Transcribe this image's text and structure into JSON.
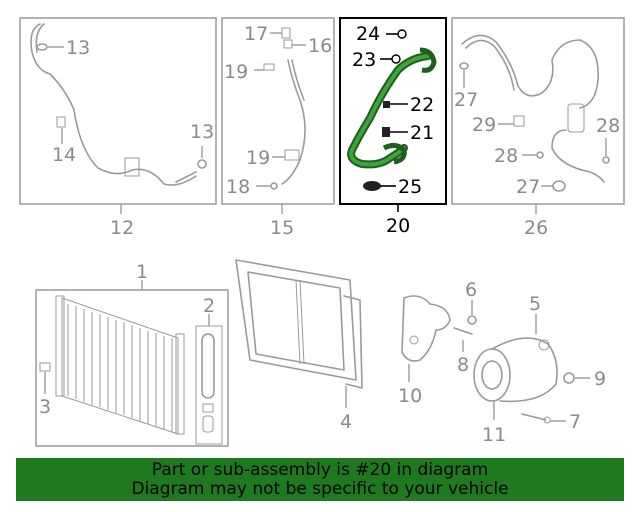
{
  "callouts": {
    "c1": "1",
    "c2": "2",
    "c3": "3",
    "c4": "4",
    "c5": "5",
    "c6": "6",
    "c7": "7",
    "c8": "8",
    "c9": "9",
    "c10": "10",
    "c11": "11",
    "c12": "12",
    "c13a": "13",
    "c13b": "13",
    "c14": "14",
    "c15": "15",
    "c16": "16",
    "c17": "17",
    "c18": "18",
    "c19a": "19",
    "c19b": "19",
    "c20": "20",
    "c21": "21",
    "c22": "22",
    "c23": "23",
    "c24": "24",
    "c25": "25",
    "c26": "26",
    "c27a": "27",
    "c27b": "27",
    "c28a": "28",
    "c28b": "28",
    "c29": "29"
  },
  "highlight": {
    "part_number": "20",
    "color": "#1f7a1f"
  },
  "banner": {
    "line1": "Part or sub-assembly is #20 in diagram",
    "line2": "Diagram may not be specific to your vehicle"
  }
}
